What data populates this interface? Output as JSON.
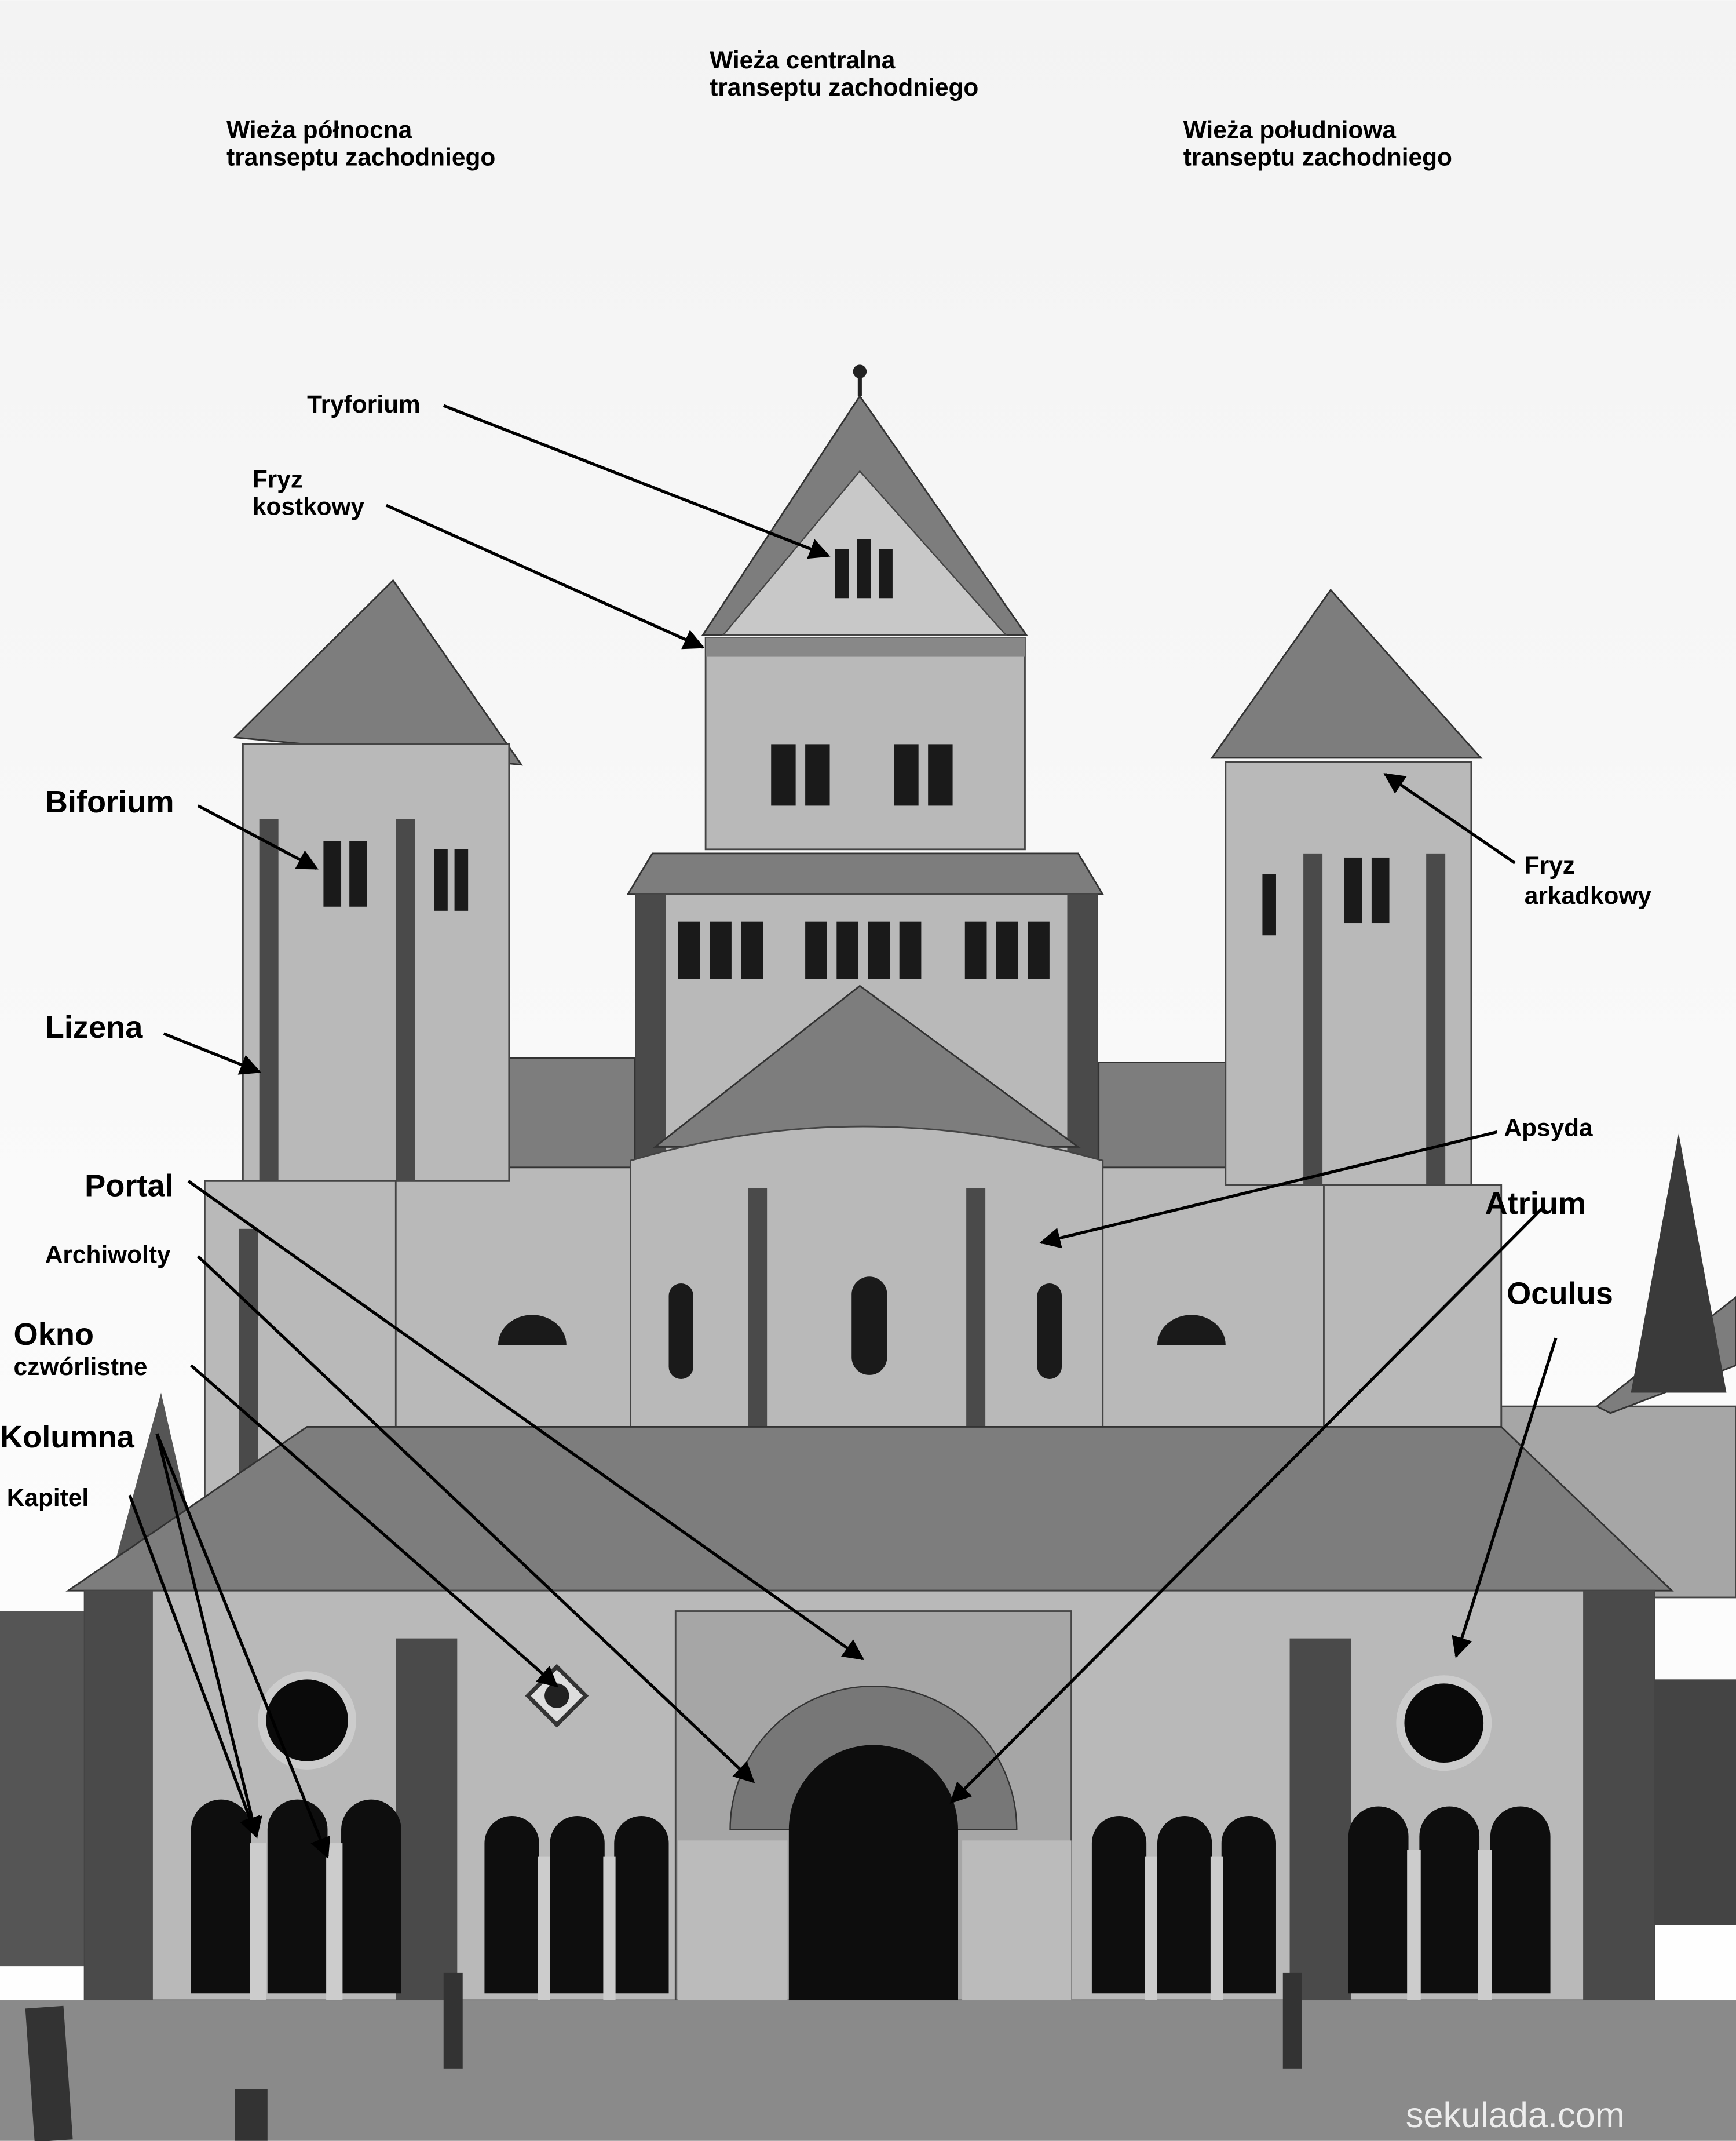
{
  "title_labels": {
    "central_tower": [
      "Wieża centralna",
      "transeptu zachodniego"
    ],
    "north_tower": [
      "Wieża północna",
      "transeptu zachodniego"
    ],
    "south_tower": [
      "Wieża południowa",
      "transeptu zachodniego"
    ]
  },
  "annotations": {
    "tryforium": "Tryforium",
    "fryz_kostkowy": [
      "Fryz",
      "kostkowy"
    ],
    "biforium": "Biforium",
    "lizena": "Lizena",
    "portal": "Portal",
    "archiwolty": "Archiwolty",
    "okno_czworlistne": [
      "Okno",
      "czwórlistne"
    ],
    "kolumna": "Kolumna",
    "kapitel": "Kapitel",
    "fryz_arkadkowy": [
      "Fryz",
      "arkadkowy"
    ],
    "apsyda": "Apsyda",
    "atrium": "Atrium",
    "oculus": "Oculus"
  },
  "watermark": "sekulada.com"
}
